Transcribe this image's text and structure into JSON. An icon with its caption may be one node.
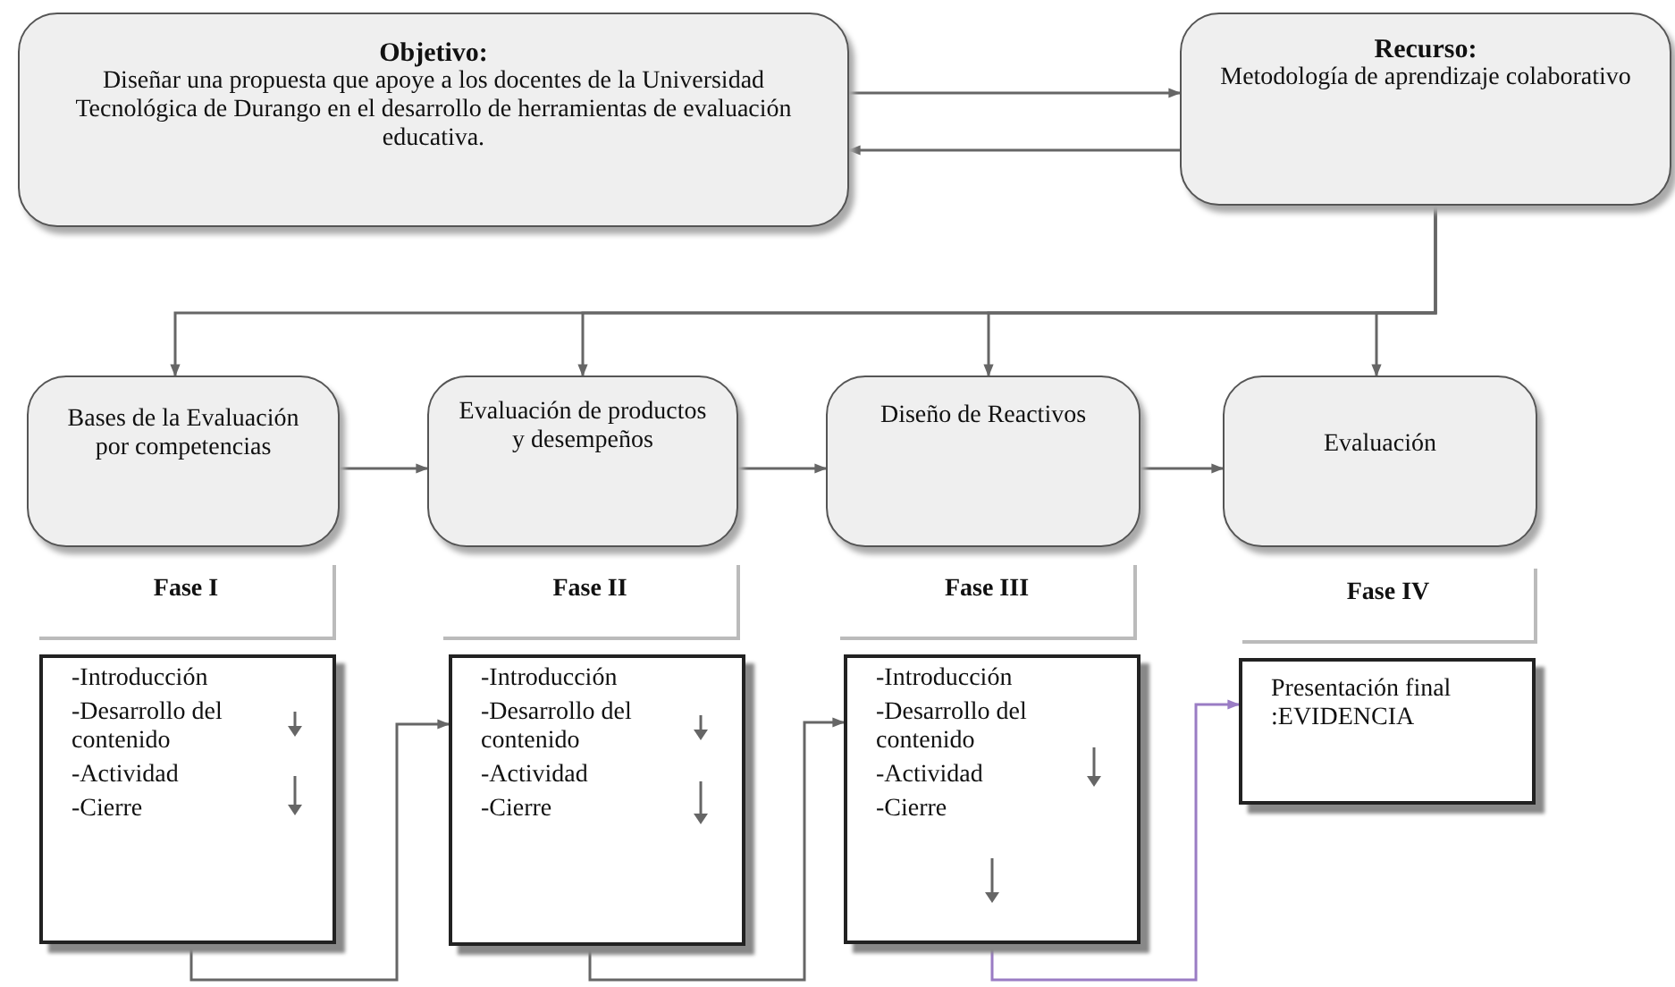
{
  "diagram": {
    "nodes": [
      {
        "text": [
          "Objetivo:",
          "Diseñar una propuesta que apoye a los docentes de la Universidad Tecnológica de Durango en el desarrollo de herramientas de evaluación educativa."
        ]
      },
      {
        "text": [
          "Recurso:",
          "Metodología de aprendizaje colaborativo"
        ]
      },
      {
        "text": [
          "Bases de la Evaluación por competencias"
        ]
      },
      {
        "text": [
          "Evaluación de productos y desempeños"
        ]
      },
      {
        "text": [
          "Diseño de Reactivos"
        ]
      },
      {
        "text": [
          "Evaluación"
        ]
      },
      {
        "text": [
          "Fase I"
        ]
      },
      {
        "text": [
          "Fase II"
        ]
      },
      {
        "text": [
          "Fase III"
        ]
      },
      {
        "text": [
          "Fase IV"
        ]
      },
      {
        "text": [
          "-Introducción",
          "-Desarrollo del contenido",
          "-Actividad",
          "-Cierre"
        ]
      },
      {
        "text": [
          "-Introducción",
          "-Desarrollo del contenido",
          "-Actividad",
          "-Cierre"
        ]
      },
      {
        "text": [
          "-Introducción",
          "-Desarrollo del contenido",
          "-Actividad",
          "-Cierre"
        ]
      },
      {
        "text": [
          "Presentación final :EVIDENCIA"
        ]
      }
    ],
    "edges": [
      {
        "from": 0,
        "to": 1,
        "arrow": "to"
      },
      {
        "from": 1,
        "to": 0,
        "arrow": "to"
      },
      {
        "from": 1,
        "to": 2,
        "arrow": "to"
      },
      {
        "from": 1,
        "to": 3,
        "arrow": "to"
      },
      {
        "from": 1,
        "to": 4,
        "arrow": "to"
      },
      {
        "from": 1,
        "to": 5,
        "arrow": "to"
      },
      {
        "from": 2,
        "to": 3,
        "arrow": "to"
      },
      {
        "from": 3,
        "to": 4,
        "arrow": "to"
      },
      {
        "from": 4,
        "to": 5,
        "arrow": "to"
      },
      {
        "from": 10,
        "to": 11,
        "arrow": "to"
      },
      {
        "from": 11,
        "to": 12,
        "arrow": "to"
      },
      {
        "from": 12,
        "to": 13,
        "arrow": "to",
        "color": "#9a7cc4"
      }
    ]
  }
}
